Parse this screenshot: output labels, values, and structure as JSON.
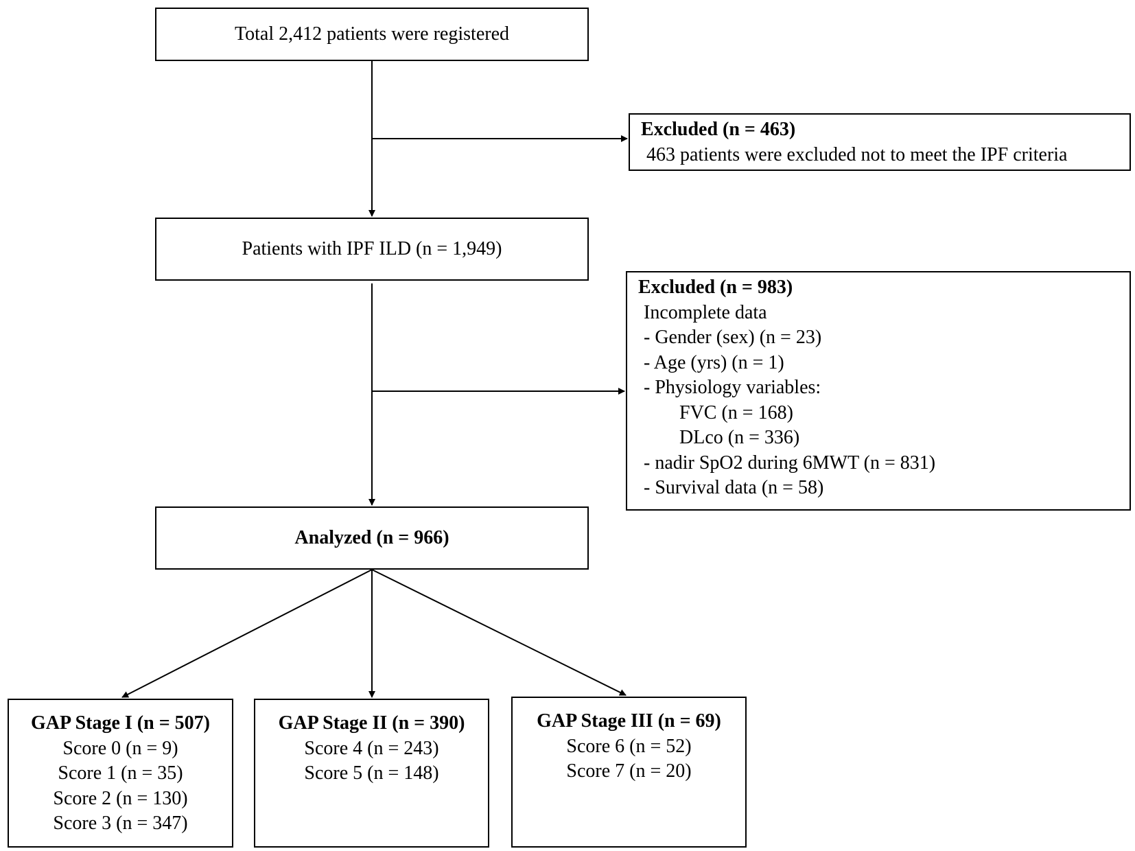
{
  "flow": {
    "total": "Total 2,412 patients were registered",
    "ipf": "Patients with IPF ILD (n = 1,949)",
    "analyzed": "Analyzed (n = 966)"
  },
  "excluded_1": {
    "title": "Excluded (n = 463)",
    "text": "463 patients were excluded not to meet the IPF criteria"
  },
  "excluded_2": {
    "title": "Excluded (n = 983)",
    "lines": [
      "Incomplete data",
      "- Gender (sex) (n = 23)",
      "- Age (yrs) (n = 1)",
      "- Physiology variables:",
      "FVC (n = 168)",
      "DLco (n = 336)",
      "- nadir SpO2 during 6MWT (n = 831)",
      "- Survival data (n = 58)"
    ]
  },
  "stages": [
    {
      "title": "GAP Stage I (n = 507)",
      "scores": [
        "Score 0 (n = 9)",
        "Score 1 (n = 35)",
        "Score 2 (n = 130)",
        "Score 3 (n = 347)"
      ]
    },
    {
      "title": "GAP Stage II (n = 390)",
      "scores": [
        "Score 4 (n = 243)",
        "Score 5 (n = 148)"
      ]
    },
    {
      "title": "GAP Stage III (n = 69)",
      "scores": [
        "Score 6 (n = 52)",
        "Score 7 (n = 20)"
      ]
    }
  ]
}
